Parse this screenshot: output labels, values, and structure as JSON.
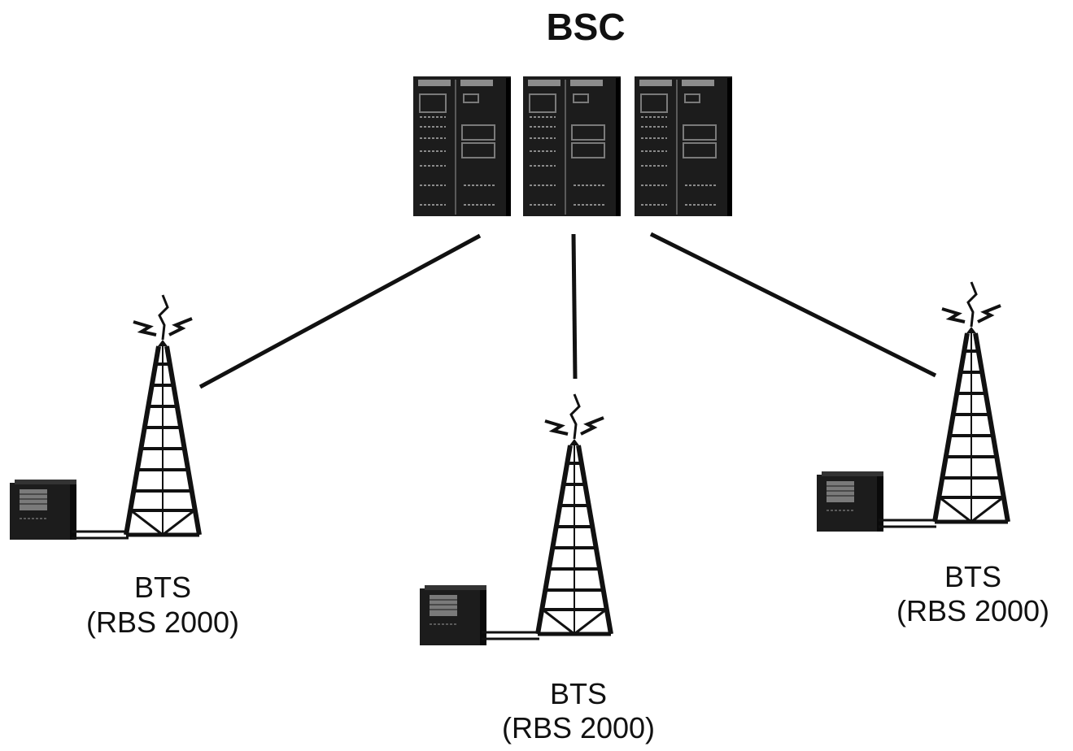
{
  "bsc": {
    "label": "BSC",
    "icon": "server-rack-icon",
    "cabinet_count": 3
  },
  "bts_sites": [
    {
      "name": "BTS",
      "model": "(RBS 2000)",
      "icon": "radio-tower-icon"
    },
    {
      "name": "BTS",
      "model": "(RBS 2000)",
      "icon": "radio-tower-icon"
    },
    {
      "name": "BTS",
      "model": "(RBS 2000)",
      "icon": "radio-tower-icon"
    }
  ],
  "colors": {
    "ink": "#111111",
    "cabinet": "#1c1c1c",
    "background": "#ffffff"
  }
}
